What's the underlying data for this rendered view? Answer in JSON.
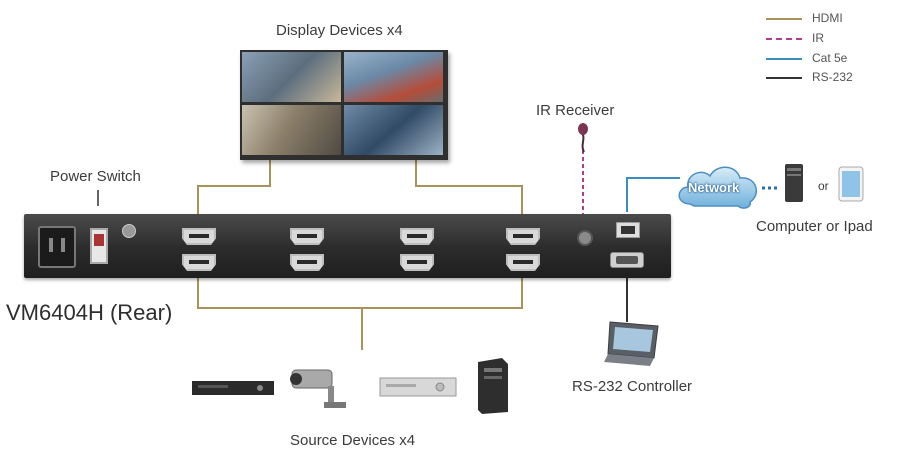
{
  "labels": {
    "display_devices": "Display Devices x4",
    "power_switch": "Power Switch",
    "ir_receiver": "IR Receiver",
    "network": "Network",
    "or": "or",
    "computer_or_ipad": "Computer or Ipad",
    "device_title": "VM6404H (Rear)",
    "rs232_controller": "RS-232 Controller",
    "source_devices": "Source Devices x4"
  },
  "legend": [
    {
      "label": "HDMI",
      "color": "#a89458",
      "style": "solid"
    },
    {
      "label": "IR",
      "color": "#b03a8c",
      "style": "dashed"
    },
    {
      "label": "Cat 5e",
      "color": "#3b8dc0",
      "style": "solid"
    },
    {
      "label": "RS-232",
      "color": "#333333",
      "style": "solid"
    }
  ],
  "icons": [
    "display-wall",
    "ir-receiver",
    "network-cloud",
    "computer",
    "ipad",
    "rs232-terminal",
    "dvd-player",
    "security-camera",
    "media-player",
    "tower-pc"
  ]
}
